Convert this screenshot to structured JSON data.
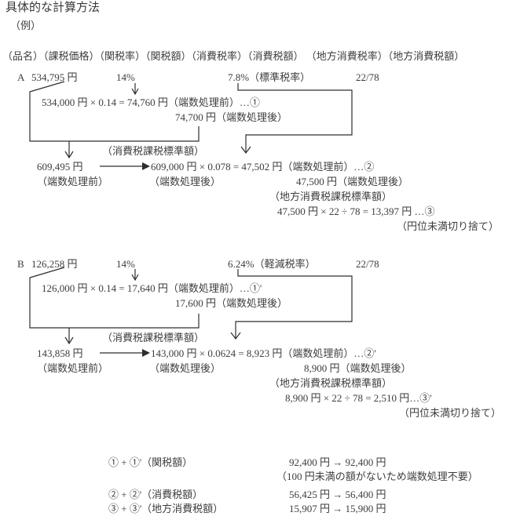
{
  "document": {
    "title": "具体的な計算方法",
    "example_label": "（例）",
    "column_header": "（品名）（課税価格）（関税率）（関税額）（消費税率）（消費税額） （地方消費税率）（地方消費税額）"
  },
  "item_a": {
    "name": "A",
    "customs_value": "534,795 円",
    "duty_rate": "14%",
    "consumption_tax_rate": "7.8%（標準税率）",
    "local_tax_ratio": "22/78",
    "duty_formula": "534,000 円 × 0.14 = 74,760 円（端数処理前）…①",
    "duty_rounded": "74,700 円（端数処理後）",
    "consumption_base_label": "（消費税課税標準額）",
    "consumption_base": "609,495 円",
    "consumption_formula": "609,000 円 × 0.078 = 47,502 円（端数処理前）…②",
    "before_rounding_label": "（端数処理前）",
    "after_rounding_label": "（端数処理後）",
    "consumption_rounded": "47,500 円（端数処理後）",
    "local_base_label": "（地方消費税課税標準額）",
    "local_formula": "47,500 円 × 22 ÷ 78 = 13,397 円 …③",
    "local_note": "（円位未満切り捨て）"
  },
  "item_b": {
    "name": "B",
    "customs_value": "126,258 円",
    "duty_rate": "14%",
    "consumption_tax_rate": "6.24%（軽減税率）",
    "local_tax_ratio": "22/78",
    "duty_formula": "126,000 円 × 0.14 = 17,640 円（端数処理前）…①'",
    "duty_rounded": "17,600 円（端数処理後）",
    "consumption_base_label": "（消費税課税標準額）",
    "consumption_base": "143,858 円",
    "consumption_formula": "143,000 円 × 0.0624 = 8,923 円（端数処理前）…②'",
    "before_rounding_label": "（端数処理前）",
    "after_rounding_label": "（端数処理後）",
    "consumption_rounded": "8,900 円（端数処理後）",
    "local_base_label": "（地方消費税課税標準額）",
    "local_formula": "8,900 円 × 22 ÷ 78 = 2,510 円…③'",
    "local_note": "（円位未満切り捨て）"
  },
  "totals": {
    "customs": {
      "label": "① + ①'（関税額）",
      "value": "92,400 円 → 92,400 円",
      "note": "（100 円未満の額がないため端数処理不要）"
    },
    "consumption": {
      "label": "② + ②'（消費税額）",
      "value": "56,425 円 → 56,400 円"
    },
    "local": {
      "label": "③ + ③'（地方消費税額）",
      "value": "15,907 円 → 15,900 円"
    }
  }
}
